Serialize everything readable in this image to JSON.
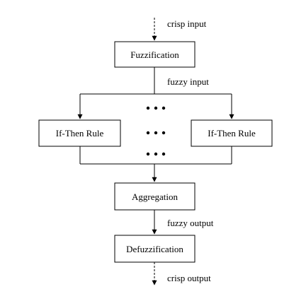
{
  "nodes": {
    "fuzzification": "Fuzzification",
    "rule_left": "If-Then Rule",
    "rule_right": "If-Then Rule",
    "aggregation": "Aggregation",
    "defuzzification": "Defuzzification"
  },
  "edges": {
    "crisp_input": "crisp input",
    "fuzzy_input": "fuzzy input",
    "fuzzy_output": "fuzzy output",
    "crisp_output": "crisp output"
  },
  "ellipsis_rows": 3
}
